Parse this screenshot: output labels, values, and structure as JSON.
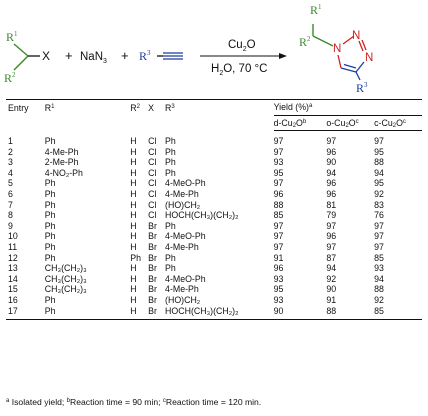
{
  "scheme": {
    "reactant_r1": "R",
    "reactant_r1_sup": "1",
    "reactant_r2": "R",
    "reactant_r2_sup": "2",
    "reactant_x": "X",
    "plus1": "+",
    "nan3": "NaN",
    "nan3_sub": "3",
    "plus2": "+",
    "alkyne_r3": "R",
    "alkyne_r3_sup": "3",
    "catalyst": "Cu",
    "catalyst_sub": "2",
    "catalyst_end": "O",
    "conditions": "H",
    "conditions_sub": "2",
    "conditions_end": "O, 70 °C",
    "product_r1": "R",
    "product_r1_sup": "1",
    "product_r2": "R",
    "product_r2_sup": "2",
    "product_n1": "N",
    "product_n2": "N",
    "product_n3": "N",
    "product_r3": "R",
    "product_r3_sup": "3"
  },
  "table": {
    "headers": {
      "entry": "Entry",
      "r1": "R",
      "r1_sup": "1",
      "r2": "R",
      "r2_sup": "2",
      "x": "X",
      "r3": "R",
      "r3_sup": "3",
      "yield": "Yield (%)",
      "yield_sup": "a",
      "y1": "d-Cu",
      "y1_sub": "2",
      "y1_end": "O",
      "y1_sup": "b",
      "y2": "o-Cu",
      "y2_sub": "2",
      "y2_end": "O",
      "y2_sup": "c",
      "y3": "c-Cu",
      "y3_sub": "2",
      "y3_end": "O",
      "y3_sup": "c"
    },
    "rows": [
      [
        "1",
        "Ph",
        "H",
        "Cl",
        "Ph",
        "97",
        "97",
        "97"
      ],
      [
        "2",
        "4-Me-Ph",
        "H",
        "Cl",
        "Ph",
        "97",
        "96",
        "95"
      ],
      [
        "3",
        "2-Me-Ph",
        "H",
        "Cl",
        "Ph",
        "93",
        "90",
        "88"
      ],
      [
        "4",
        "4-NO₂-Ph",
        "H",
        "Cl",
        "Ph",
        "95",
        "94",
        "94"
      ],
      [
        "5",
        "Ph",
        "H",
        "Cl",
        "4-MeO-Ph",
        "97",
        "96",
        "95"
      ],
      [
        "6",
        "Ph",
        "H",
        "Cl",
        "4-Me-Ph",
        "96",
        "96",
        "92"
      ],
      [
        "7",
        "Ph",
        "H",
        "Cl",
        "(HO)CH₂",
        "88",
        "81",
        "83"
      ],
      [
        "8",
        "Ph",
        "H",
        "Cl",
        "HOCH(CH₃)(CH₂)₂",
        "85",
        "79",
        "76"
      ],
      [
        "9",
        "Ph",
        "H",
        "Br",
        "Ph",
        "97",
        "97",
        "97"
      ],
      [
        "10",
        "Ph",
        "H",
        "Br",
        "4-MeO-Ph",
        "97",
        "96",
        "97"
      ],
      [
        "11",
        "Ph",
        "H",
        "Br",
        "4-Me-Ph",
        "97",
        "97",
        "97"
      ],
      [
        "12",
        "Ph",
        "Ph",
        "Br",
        "Ph",
        "91",
        "87",
        "85"
      ],
      [
        "13",
        "CH₃(CH₂)₃",
        "H",
        "Br",
        "Ph",
        "96",
        "94",
        "93"
      ],
      [
        "14",
        "CH₃(CH₂)₃",
        "H",
        "Br",
        "4-MeO-Ph",
        "93",
        "92",
        "94"
      ],
      [
        "15",
        "CH₃(CH₂)₃",
        "H",
        "Br",
        "4-Me-Ph",
        "95",
        "90",
        "88"
      ],
      [
        "16",
        "Ph",
        "H",
        "Br",
        "(HO)CH₂",
        "93",
        "91",
        "92"
      ],
      [
        "17",
        "Ph",
        "H",
        "Br",
        "HOCH(CH₃)(CH₂)₂",
        "90",
        "88",
        "85"
      ]
    ]
  },
  "footnote": {
    "a_sup": "a",
    "a_text": " Isolated yield; ",
    "b_sup": "b",
    "b_text": "Reaction time = 90 min; ",
    "c_sup": "c",
    "c_text": "Reaction time = 120 min."
  }
}
